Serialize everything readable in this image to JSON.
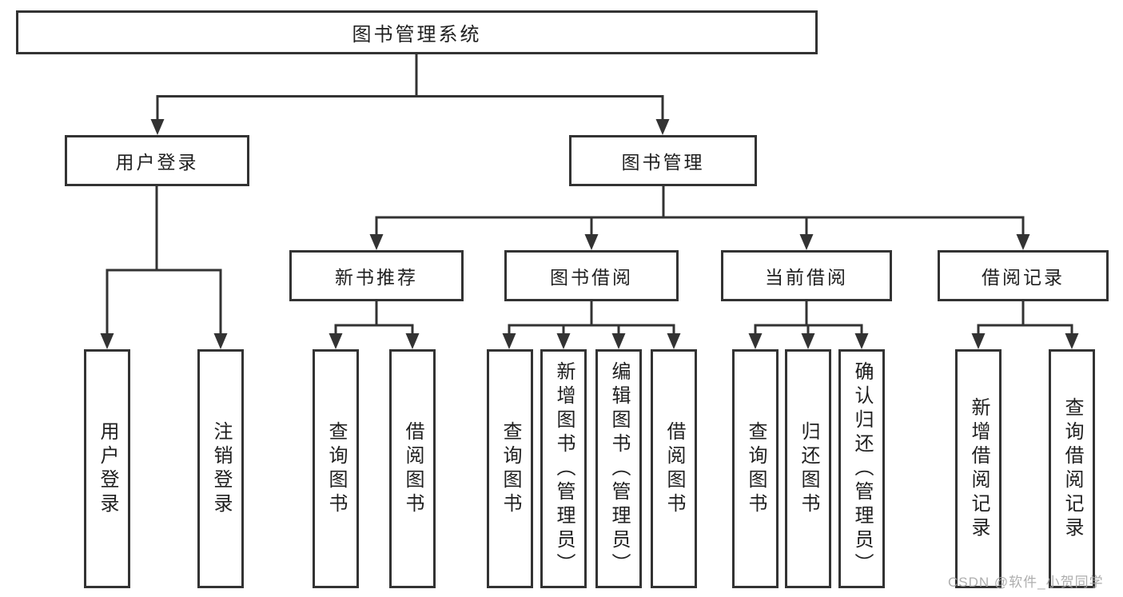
{
  "diagram": {
    "title": "图书管理系统",
    "level2": {
      "user_login": "用户登录",
      "book_mgmt": "图书管理"
    },
    "level3": {
      "new_books": "新书推荐",
      "book_borrow": "图书借阅",
      "current_borrow": "当前借阅",
      "borrow_records": "借阅记录"
    },
    "leaves": {
      "user_login": [
        "用户登录",
        "注销登录"
      ],
      "new_books": [
        "查询图书",
        "借阅图书"
      ],
      "book_borrow": [
        "查询图书",
        "新增图书（管理员）",
        "编辑图书（管理员）",
        "借阅图书"
      ],
      "current_borrow": [
        "查询图书",
        "归还图书",
        "确认归还（管理员）"
      ],
      "borrow_records": [
        "新增借阅记录",
        "查询借阅记录"
      ]
    },
    "watermark": "CSDN @软件_小贺同学",
    "colors": {
      "line": "#333333",
      "text": "#1f1f1f",
      "watermark": "#a6a6a6",
      "background": "#ffffff"
    }
  }
}
